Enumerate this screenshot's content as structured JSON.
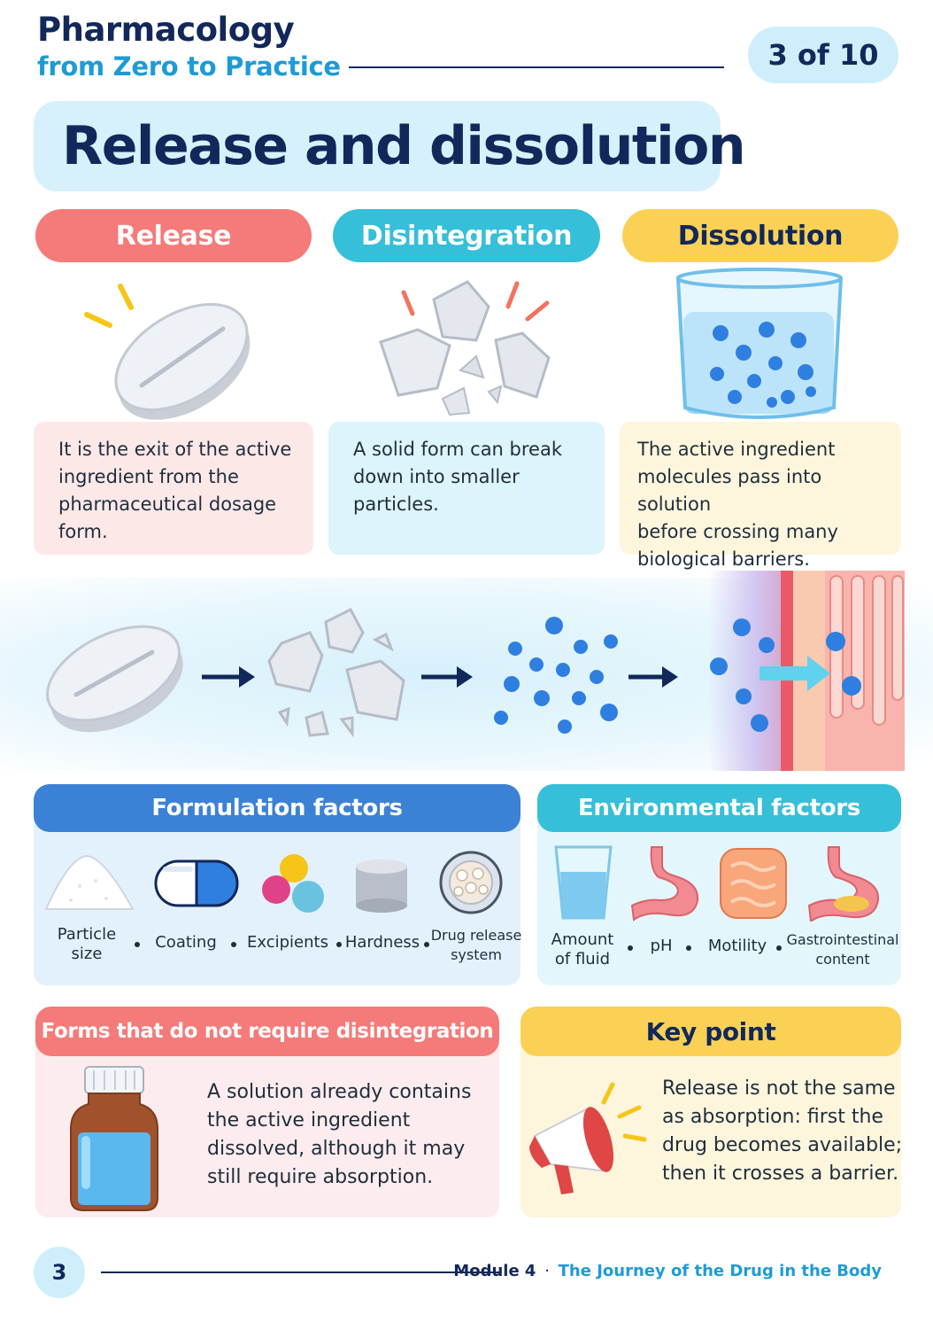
{
  "header": {
    "brand_line1": "Pharmacology",
    "brand_line2": "from Zero to Practice",
    "page_indicator": "3 of 10"
  },
  "title": "Release and dissolution",
  "stages": [
    {
      "label": "Release",
      "color": "#f47b79",
      "text": [
        "It is the exit of the active",
        "ingredient from the",
        "pharmaceutical dosage",
        "form."
      ]
    },
    {
      "label": "Disintegration",
      "color": "#36bfd8",
      "text": [
        "A solid form can break",
        "down into smaller",
        "particles."
      ]
    },
    {
      "label": "Dissolution",
      "color": "#fbd155",
      "text": [
        "The active ingredient",
        "molecules pass into solution",
        "before crossing many",
        "biological barriers."
      ]
    }
  ],
  "formulation": {
    "title": "Formulation factors",
    "items": [
      {
        "label_lines": [
          "Particle",
          "size"
        ],
        "icon": "powder-pile-icon"
      },
      {
        "label_lines": [
          "Coating"
        ],
        "icon": "capsule-icon"
      },
      {
        "label_lines": [
          "Excipients"
        ],
        "icon": "excipient-spheres-icon"
      },
      {
        "label_lines": [
          "Hardness"
        ],
        "icon": "tablet-disc-icon"
      },
      {
        "label_lines": [
          "Drug release",
          "system"
        ],
        "icon": "release-system-icon"
      }
    ]
  },
  "environmental": {
    "title": "Environmental factors",
    "items": [
      {
        "label_lines": [
          "Amount",
          "of fluid"
        ],
        "icon": "water-glass-icon"
      },
      {
        "label_lines": [
          "pH"
        ],
        "icon": "stomach-icon"
      },
      {
        "label_lines": [
          "Motility"
        ],
        "icon": "intestine-icon"
      },
      {
        "label_lines": [
          "Gastrointestinal",
          "content"
        ],
        "icon": "stomach-content-icon"
      }
    ]
  },
  "no_disintegration": {
    "title": "Forms that do not require disintegration",
    "text": [
      "A solution already contains",
      "the active ingredient",
      "dissolved, although it may",
      "still require absorption."
    ]
  },
  "key_point": {
    "title": "Key point",
    "text": [
      "Release is not the same",
      "as absorption: first the",
      "drug becomes available;",
      "then it crosses a barrier."
    ]
  },
  "footer": {
    "page_number": "3",
    "module": "Module 4",
    "separator": "·",
    "module_title": "The Journey of the Drug in the Body"
  },
  "colors": {
    "navy": "#12285a",
    "sky": "#1e9bd6",
    "coral": "#f47b79",
    "teal": "#36bfd8",
    "yellow": "#fbd155",
    "formulation_blue": "#3b82d6"
  }
}
